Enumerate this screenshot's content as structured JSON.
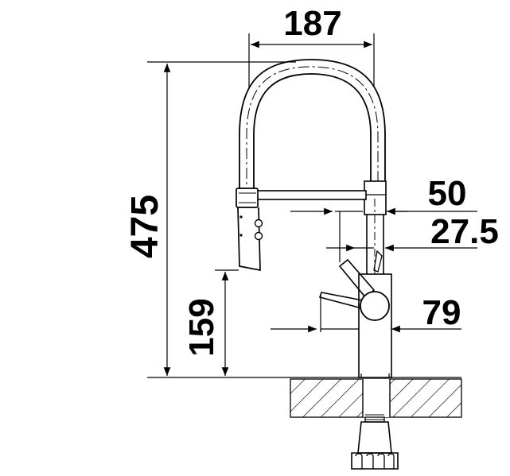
{
  "dimensions": {
    "spout_reach": "187",
    "total_height": "475",
    "spray_head_height": "159",
    "spout_diameter": "50",
    "head_offset": "27.5",
    "body_width": "79"
  },
  "colors": {
    "line": "#000000",
    "background": "#ffffff"
  }
}
